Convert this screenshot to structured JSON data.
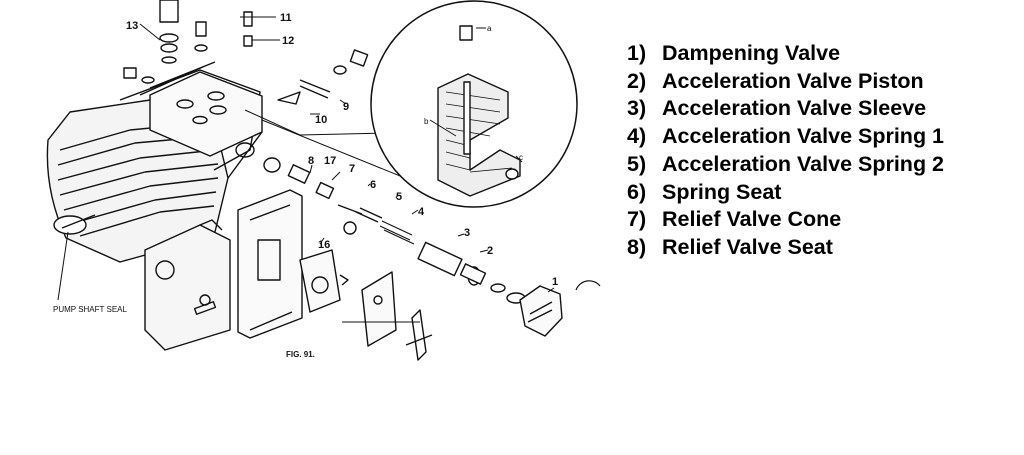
{
  "figure": {
    "caption": "FIG. 91.",
    "shaft_seal_label": "PUMP SHAFT SEAL",
    "part_callouts": [
      "1",
      "2",
      "3",
      "4",
      "5",
      "6",
      "7",
      "8",
      "9",
      "10",
      "11",
      "12",
      "13",
      "16",
      "17"
    ],
    "detail_callouts": [
      "a",
      "b",
      "c"
    ]
  },
  "legend": {
    "items": [
      {
        "num": "1)",
        "label": "Dampening Valve"
      },
      {
        "num": "2)",
        "label": "Acceleration Valve Piston"
      },
      {
        "num": "3)",
        "label": "Acceleration Valve Sleeve"
      },
      {
        "num": "4)",
        "label": "Acceleration Valve Spring 1"
      },
      {
        "num": "5)",
        "label": "Acceleration Valve Spring 2"
      },
      {
        "num": "6)",
        "label": "Spring Seat"
      },
      {
        "num": "7)",
        "label": "Relief Valve Cone"
      },
      {
        "num": "8)",
        "label": "Relief Valve Seat"
      }
    ]
  }
}
